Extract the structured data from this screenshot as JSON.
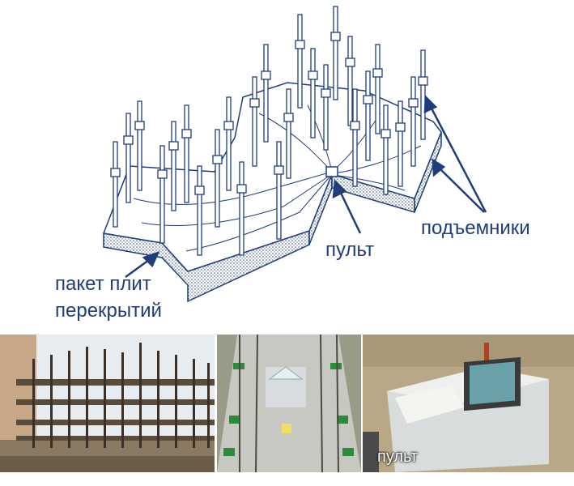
{
  "diagram": {
    "labels": {
      "slab_pack": "пакет плит\nперекрытий",
      "slab_pack_line1": "пакет плит",
      "slab_pack_line2": "перекрытий",
      "control_panel": "пульт",
      "lifters": "подъемники"
    },
    "colors": {
      "ink": "#1f3d7a",
      "label": "#1f3d7a",
      "slab_hatch": "#2a4a8a"
    }
  },
  "photos": [
    {
      "name": "building-frame-photo"
    },
    {
      "name": "site-aerial-photo"
    },
    {
      "name": "control-cabinet-photo",
      "caption": "пульт"
    }
  ]
}
